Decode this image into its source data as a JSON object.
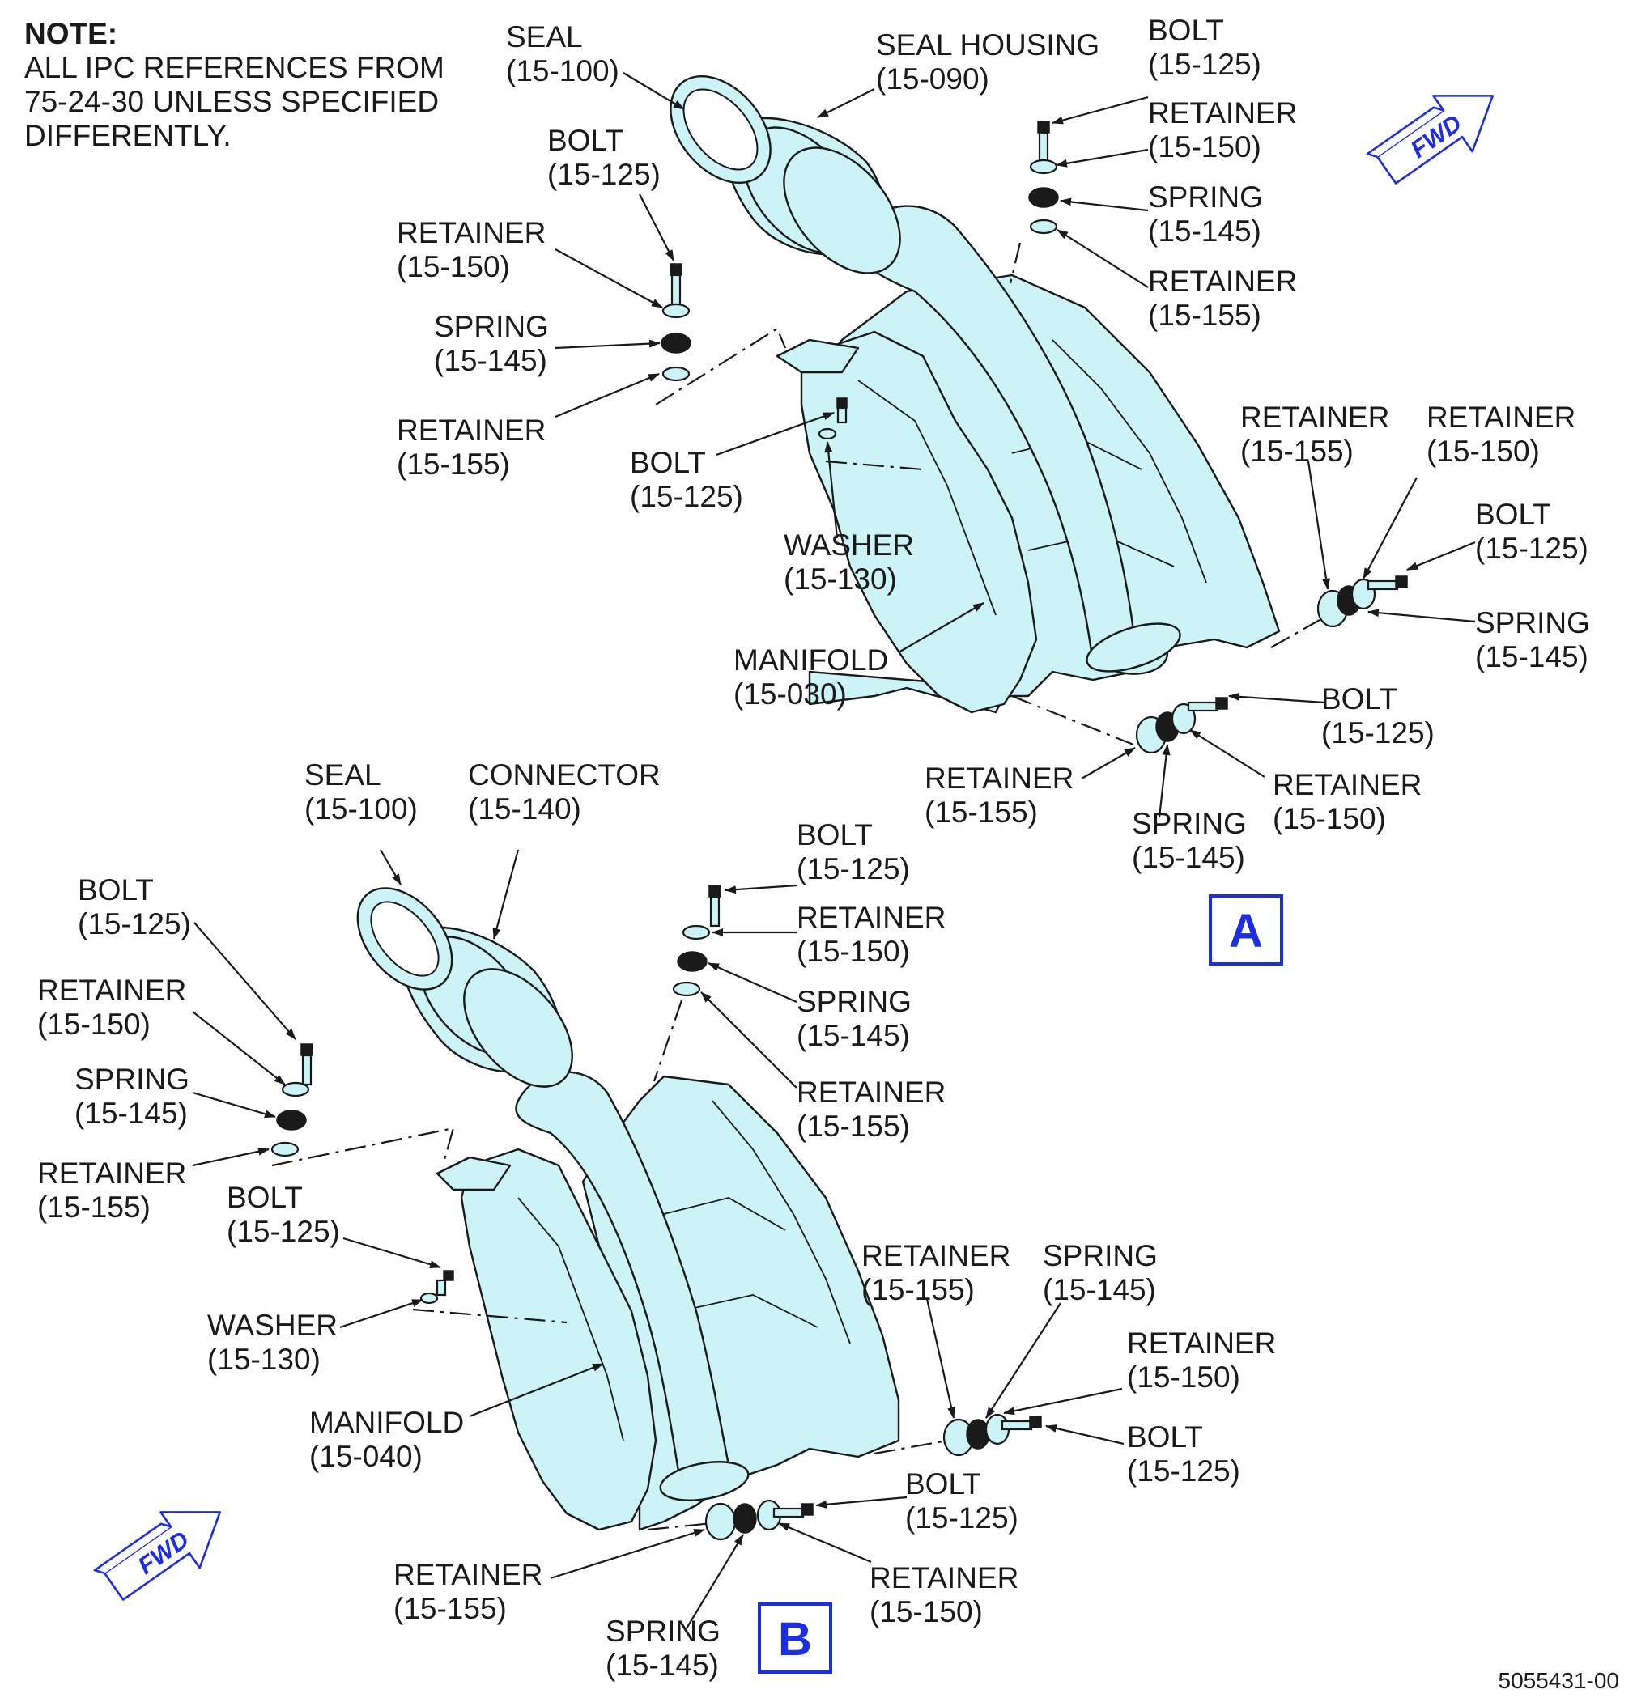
{
  "note": {
    "heading": "NOTE:",
    "lines": [
      "ALL IPC REFERENCES FROM",
      "75-24-30 UNLESS SPECIFIED",
      "DIFFERENTLY."
    ]
  },
  "drawing_number": "5055431-00",
  "fwd_label": "FWD",
  "views": {
    "a": {
      "letter": "A",
      "callouts": [
        {
          "id": "a-seal",
          "name": "SEAL",
          "ref": "(15-100)"
        },
        {
          "id": "a-seal-housing",
          "name": "SEAL HOUSING",
          "ref": "(15-090)"
        },
        {
          "id": "a-bolt-top",
          "name": "BOLT",
          "ref": "(15-125)"
        },
        {
          "id": "a-retainer-150-top",
          "name": "RETAINER",
          "ref": "(15-150)"
        },
        {
          "id": "a-spring-top",
          "name": "SPRING",
          "ref": "(15-145)"
        },
        {
          "id": "a-retainer-155-top",
          "name": "RETAINER",
          "ref": "(15-155)"
        },
        {
          "id": "a-bolt-left",
          "name": "BOLT",
          "ref": "(15-125)"
        },
        {
          "id": "a-retainer-150-left",
          "name": "RETAINER",
          "ref": "(15-150)"
        },
        {
          "id": "a-spring-left",
          "name": "SPRING",
          "ref": "(15-145)"
        },
        {
          "id": "a-retainer-155-left",
          "name": "RETAINER",
          "ref": "(15-155)"
        },
        {
          "id": "a-bolt-mid",
          "name": "BOLT",
          "ref": "(15-125)"
        },
        {
          "id": "a-washer",
          "name": "WASHER",
          "ref": "(15-130)"
        },
        {
          "id": "a-manifold",
          "name": "MANIFOLD",
          "ref": "(15-030)"
        },
        {
          "id": "a-retainer-155-right",
          "name": "RETAINER",
          "ref": "(15-155)"
        },
        {
          "id": "a-retainer-150-right",
          "name": "RETAINER",
          "ref": "(15-150)"
        },
        {
          "id": "a-bolt-right",
          "name": "BOLT",
          "ref": "(15-125)"
        },
        {
          "id": "a-spring-right",
          "name": "SPRING",
          "ref": "(15-145)"
        },
        {
          "id": "a-bolt-bottom",
          "name": "BOLT",
          "ref": "(15-125)"
        },
        {
          "id": "a-retainer-155-bottom",
          "name": "RETAINER",
          "ref": "(15-155)"
        },
        {
          "id": "a-retainer-150-bottom",
          "name": "RETAINER",
          "ref": "(15-150)"
        },
        {
          "id": "a-spring-bottom",
          "name": "SPRING",
          "ref": "(15-145)"
        }
      ]
    },
    "b": {
      "letter": "B",
      "callouts": [
        {
          "id": "b-seal",
          "name": "SEAL",
          "ref": "(15-100)"
        },
        {
          "id": "b-connector",
          "name": "CONNECTOR",
          "ref": "(15-140)"
        },
        {
          "id": "b-bolt-left",
          "name": "BOLT",
          "ref": "(15-125)"
        },
        {
          "id": "b-retainer-150-left",
          "name": "RETAINER",
          "ref": "(15-150)"
        },
        {
          "id": "b-spring-left",
          "name": "SPRING",
          "ref": "(15-145)"
        },
        {
          "id": "b-retainer-155-left",
          "name": "RETAINER",
          "ref": "(15-155)"
        },
        {
          "id": "b-bolt-mid",
          "name": "BOLT",
          "ref": "(15-125)"
        },
        {
          "id": "b-washer",
          "name": "WASHER",
          "ref": "(15-130)"
        },
        {
          "id": "b-manifold",
          "name": "MANIFOLD",
          "ref": "(15-040)"
        },
        {
          "id": "b-bolt-top",
          "name": "BOLT",
          "ref": "(15-125)"
        },
        {
          "id": "b-retainer-150-top",
          "name": "RETAINER",
          "ref": "(15-150)"
        },
        {
          "id": "b-spring-top",
          "name": "SPRING",
          "ref": "(15-145)"
        },
        {
          "id": "b-retainer-155-top",
          "name": "RETAINER",
          "ref": "(15-155)"
        },
        {
          "id": "b-retainer-155-right",
          "name": "RETAINER",
          "ref": "(15-155)"
        },
        {
          "id": "b-spring-right",
          "name": "SPRING",
          "ref": "(15-145)"
        },
        {
          "id": "b-retainer-150-right",
          "name": "RETAINER",
          "ref": "(15-150)"
        },
        {
          "id": "b-bolt-right",
          "name": "BOLT",
          "ref": "(15-125)"
        },
        {
          "id": "b-bolt-bottom",
          "name": "BOLT",
          "ref": "(15-125)"
        },
        {
          "id": "b-retainer-155-bottom",
          "name": "RETAINER",
          "ref": "(15-155)"
        },
        {
          "id": "b-spring-bottom",
          "name": "SPRING",
          "ref": "(15-145)"
        },
        {
          "id": "b-retainer-150-bottom",
          "name": "RETAINER",
          "ref": "(15-150)"
        }
      ]
    }
  },
  "colors": {
    "part_fill": "#ccf3f5",
    "line": "#1a1a1a",
    "view_accent": "#1d2ee0"
  }
}
